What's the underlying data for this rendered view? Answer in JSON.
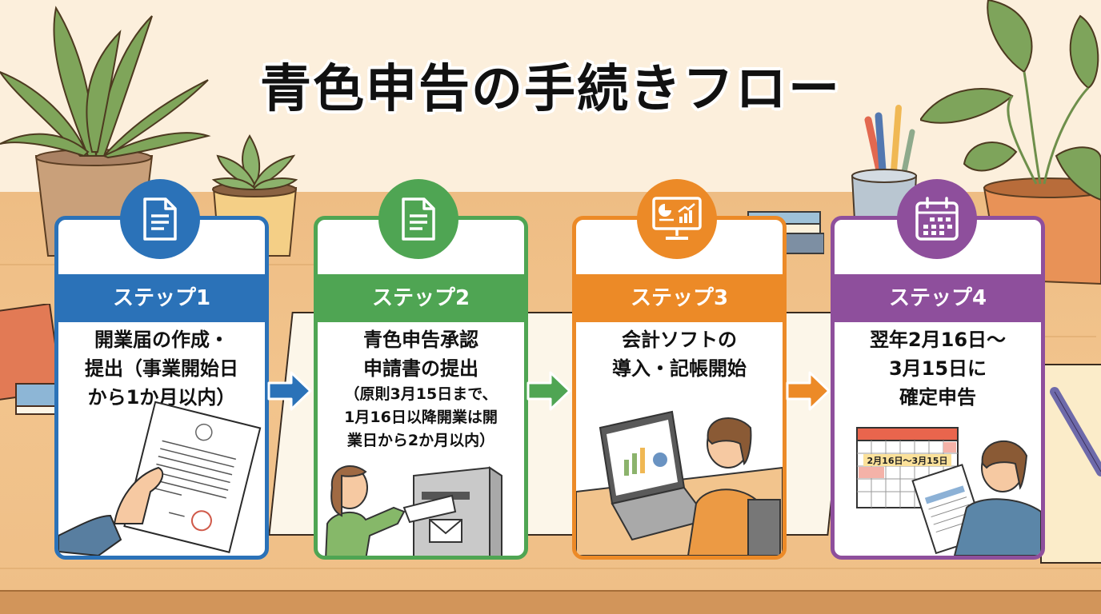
{
  "title": "青色申告の手続きフロー",
  "steps": [
    {
      "label": "ステップ1",
      "text_lines": [
        "開業届の作成・",
        "提出（事業開始日",
        "から1か月以内）"
      ],
      "sub_lines": [],
      "icon": "document-icon",
      "color": "#2b72b8",
      "illustration": "hand-holding-document"
    },
    {
      "label": "ステップ2",
      "text_lines": [
        "青色申告承認",
        "申請書の提出"
      ],
      "sub_lines": [
        "（原則3月15日まで、",
        "1月16日以降開業は開",
        "業日から2か月以内）"
      ],
      "icon": "document-icon",
      "color": "#4fa553",
      "illustration": "woman-posting-mail"
    },
    {
      "label": "ステップ3",
      "text_lines": [
        "会計ソフトの",
        "導入・記帳開始"
      ],
      "sub_lines": [],
      "icon": "computer-chart-icon",
      "color": "#ec8a27",
      "illustration": "man-using-laptop"
    },
    {
      "label": "ステップ4",
      "text_lines": [
        "翌年2月16日～",
        "3月15日に",
        "確定申告"
      ],
      "sub_lines": [],
      "icon": "calendar-icon",
      "color": "#8e4f9c",
      "illustration": "man-with-tax-form",
      "calendar_label": "2月16日～3月15日"
    }
  ],
  "arrows": [
    {
      "color": "#2b72b8"
    },
    {
      "color": "#4fa553"
    },
    {
      "color": "#ec8a27"
    }
  ]
}
